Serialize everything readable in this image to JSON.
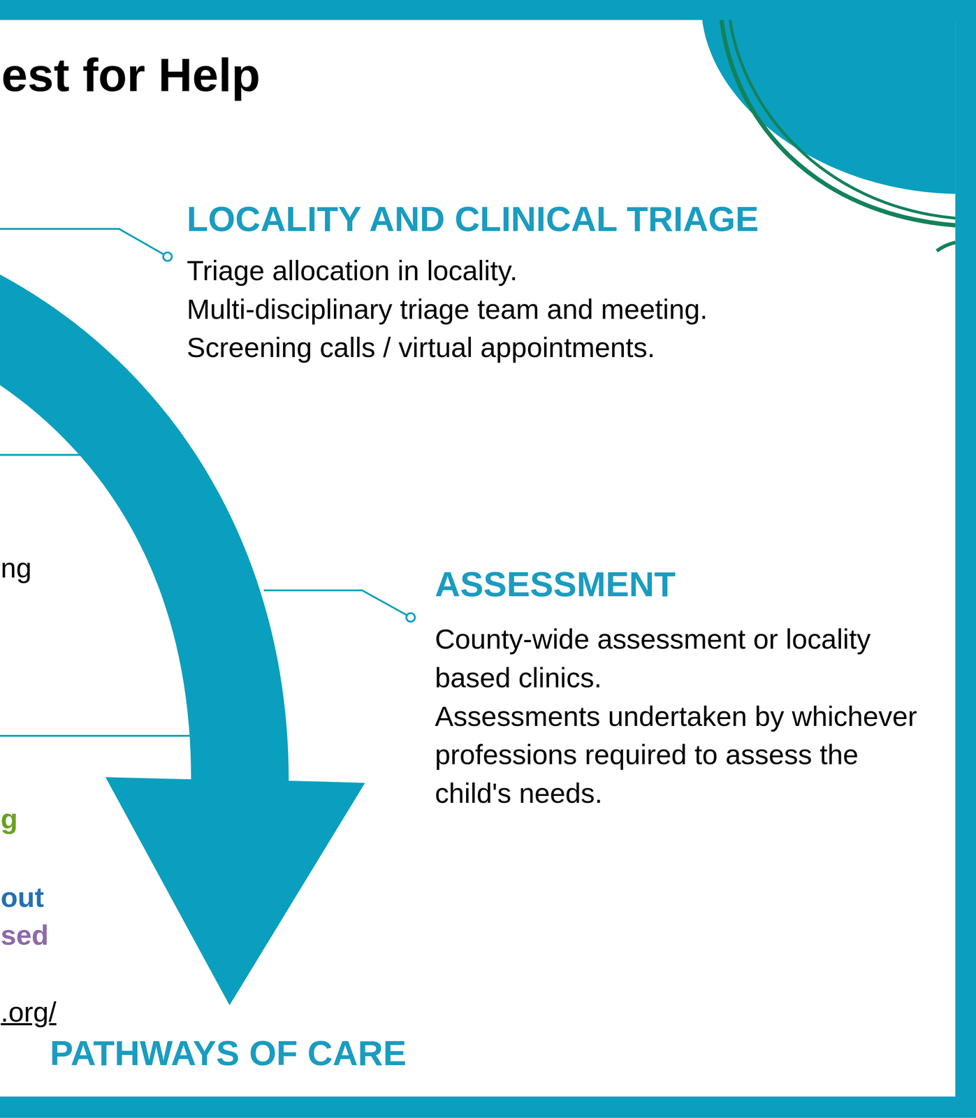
{
  "diagram": {
    "title": "est for Help",
    "labels": [
      "LOCALITY AND CLINICAL TRIAGE",
      "Triage allocation in locality.",
      "Multi-disciplinary triage team and meeting.",
      "Screening calls / virtual appointments.",
      "ASSESSMENT",
      "County-wide assessment or locality based clinics.",
      "Assessments undertaken by whichever professions required to assess the child's needs.",
      "ng",
      "g",
      "out",
      "sed",
      ".org/",
      "PATHWAYS OF CARE"
    ]
  }
}
